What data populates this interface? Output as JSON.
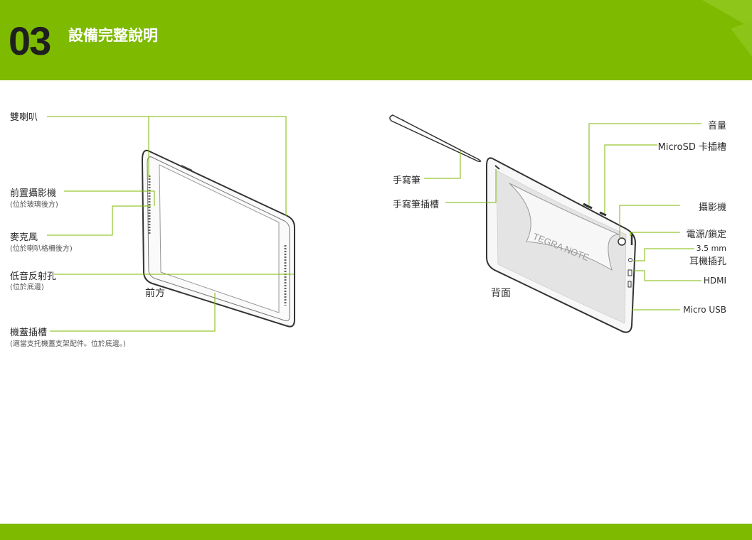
{
  "header": {
    "number": "03",
    "title": "設備完整說明"
  },
  "front": {
    "caption": "前方",
    "speakers": "雙喇叭",
    "front_camera": {
      "label": "前置攝影機",
      "note": "(位於玻璃後方)"
    },
    "mic": {
      "label": "麥克風",
      "note": "(位於喇叭格柵後方)"
    },
    "bass_port": {
      "label": "低音反射孔",
      "note": "(位於底邊)"
    },
    "cover_slot": {
      "label": "機蓋插槽",
      "note": "(適當支托機蓋支架配件。位於底邊。)"
    }
  },
  "back": {
    "caption": "背面",
    "brand": "TEGRA NOTE",
    "stylus": "手寫筆",
    "stylus_slot": "手寫筆插槽",
    "volume": "音量",
    "microsd": "MicroSD 卡插槽",
    "camera": "攝影機",
    "power": "電源/鎖定",
    "headphone_size": "3.5 mm",
    "headphone": "耳機插孔",
    "hdmi": "HDMI",
    "usb": "Micro USB"
  },
  "colors": {
    "accent": "#7dba00",
    "line": "#7dba00",
    "device": "#333333"
  }
}
